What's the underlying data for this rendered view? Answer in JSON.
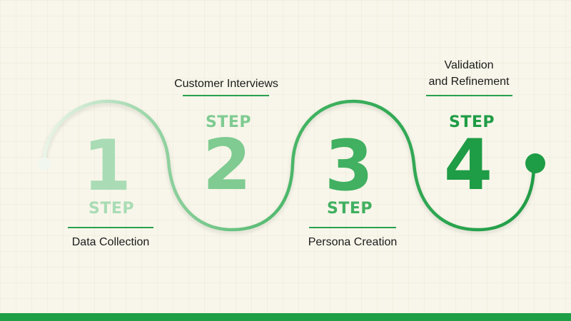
{
  "steps": [
    {
      "step_word": "STEP",
      "number": "1",
      "caption": "Data Collection",
      "color": "#a9dcb5"
    },
    {
      "step_word": "STEP",
      "number": "2",
      "caption": "Customer Interviews",
      "color": "#7fcb92"
    },
    {
      "step_word": "STEP",
      "number": "3",
      "caption": "Persona Creation",
      "color": "#41b061"
    },
    {
      "step_word": "STEP",
      "number": "4",
      "caption_line1": "Validation",
      "caption_line2": "and Refinement",
      "color": "#1f9c46"
    }
  ],
  "colors": {
    "background": "#f8f6ea",
    "path_start": "#d8efdc",
    "path_end": "#1f9c46",
    "bottom_bar": "#1e9e45"
  }
}
